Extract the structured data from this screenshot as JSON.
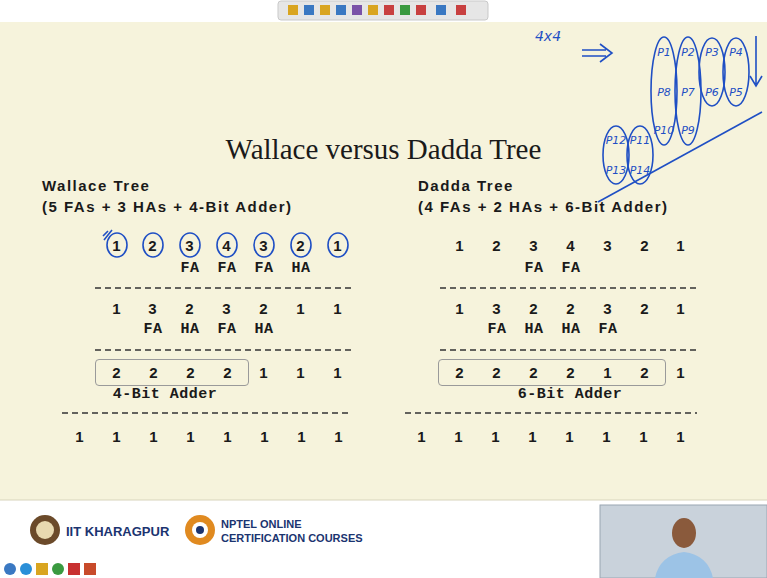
{
  "diagram": {
    "title": "Wallace versus Dadda Tree",
    "nodes": [
      {
        "text": [
          "2",
          "2",
          "2",
          "2"
        ]
      },
      {
        "text": [
          "2",
          "2",
          "2",
          "2",
          "1",
          "2"
        ]
      }
    ],
    "labels": [
      "Wallace Tree",
      "(5 FAs + 3 HAs + 4-Bit Adder)",
      "1",
      "2",
      "3",
      "4",
      "3",
      "2",
      "1",
      "FA",
      "FA",
      "FA",
      "HA",
      "1",
      "3",
      "2",
      "3",
      "2",
      "1",
      "1",
      "FA",
      "HA",
      "FA",
      "HA",
      "1",
      "1",
      "1",
      "4-Bit Adder",
      "1",
      "1",
      "1",
      "1",
      "1",
      "1",
      "1",
      "1",
      "Dadda Tree",
      "(4 FAs + 2 HAs + 6-Bit Adder)",
      "1",
      "2",
      "3",
      "4",
      "3",
      "2",
      "1",
      "FA",
      "FA",
      "1",
      "3",
      "2",
      "2",
      "3",
      "2",
      "1",
      "FA",
      "HA",
      "HA",
      "FA",
      "1",
      "6-Bit Adder",
      "1",
      "1",
      "1",
      "1",
      "1",
      "1",
      "1",
      "1",
      "4x4",
      "P1",
      "P2",
      "P3",
      "P4",
      "P5",
      "P6",
      "P7",
      "P8",
      "P9",
      "P10",
      "P11",
      "P12",
      "P13",
      "P14",
      "IIT KHARAGPUR",
      "NPTEL ONLINE",
      "CERTIFICATION COURSES"
    ]
  }
}
